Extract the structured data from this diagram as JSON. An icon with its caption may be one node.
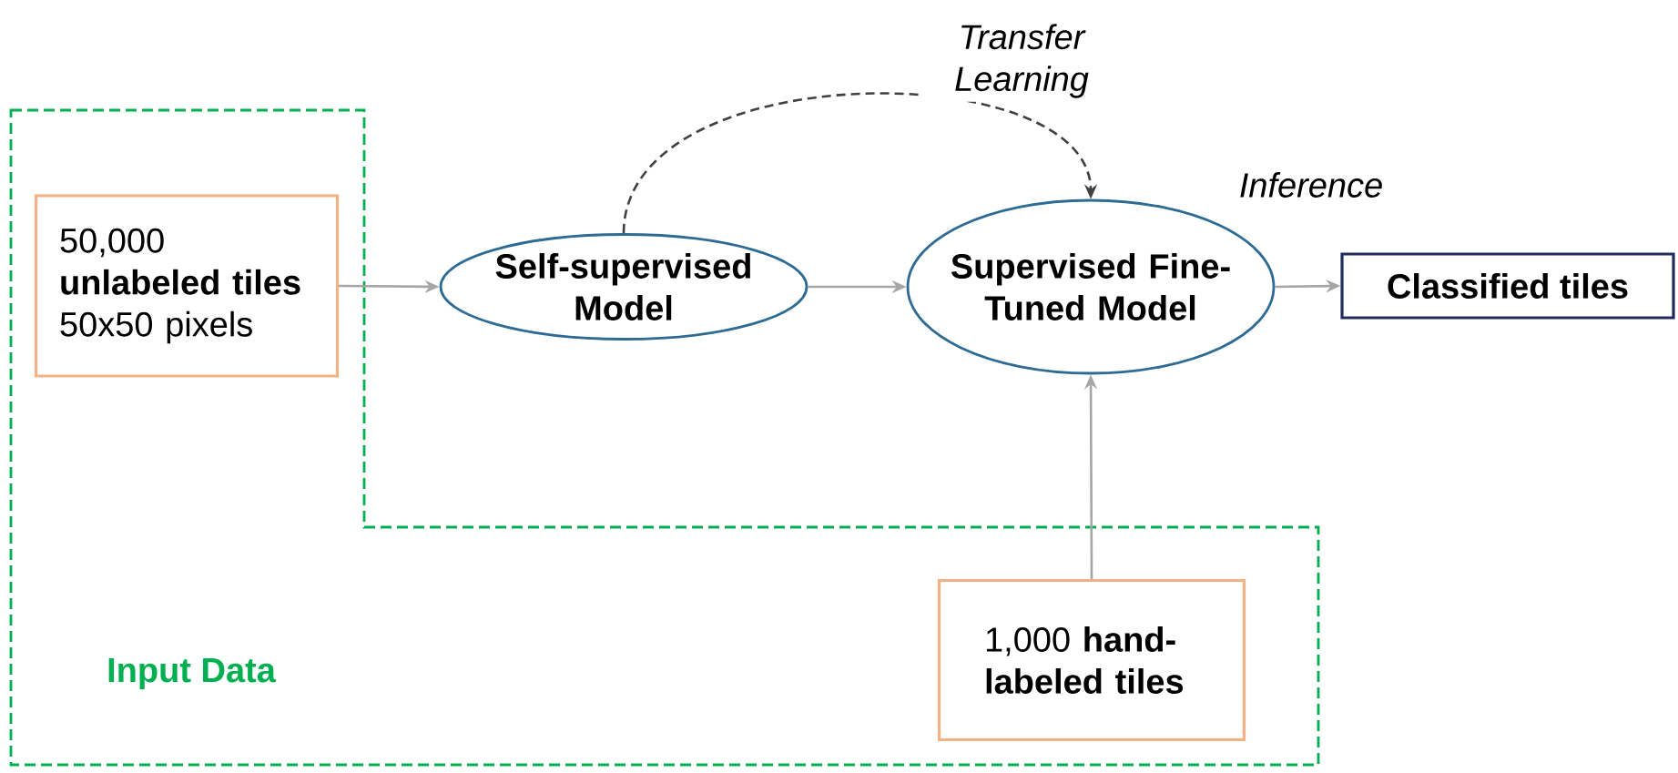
{
  "diagram": {
    "nodes": [
      {
        "text": [
          "Input Data"
        ]
      },
      {
        "text": [
          "50,000 **unlabeled tiles** 50x50 pixels"
        ],
        "in": 0
      },
      {
        "text": [
          "Self-supervised Model"
        ]
      },
      {
        "text": [
          "Supervised Fine-Tuned Model"
        ]
      },
      {
        "text": [
          "Classified tiles"
        ]
      },
      {
        "text": [
          "1,000 **hand-labeled tiles**"
        ],
        "in": 0
      }
    ],
    "edges": [
      {
        "from": 1,
        "to": 2,
        "arrow": "to"
      },
      {
        "from": 2,
        "to": 3,
        "arrow": "to"
      },
      {
        "from": 2,
        "to": 3,
        "arrow": "to",
        "style": "dashed",
        "color": "#404040",
        "label": "Transfer Learning"
      },
      {
        "from": 3,
        "to": 4,
        "arrow": "to",
        "label": "Inference"
      },
      {
        "from": 5,
        "to": 3,
        "arrow": "to"
      }
    ]
  }
}
